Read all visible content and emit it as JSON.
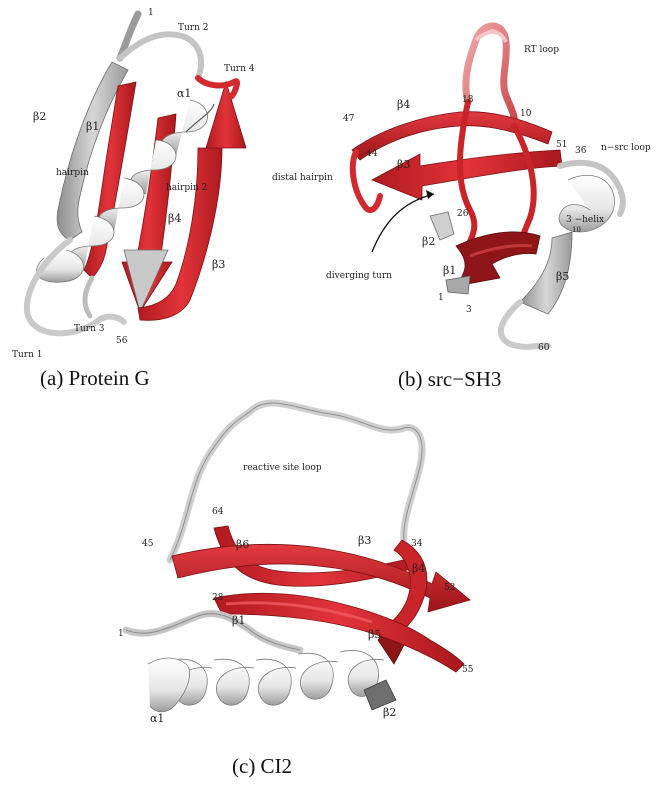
{
  "colors": {
    "strand_red": "#d7262b",
    "strand_dark_red": "#8e1518",
    "strand_pink": "#e9858a",
    "helix_white": "#f2f2f2",
    "helix_grey": "#b7b7b7",
    "coil": "#c6c6c6",
    "rt_loop": "#e8a6a8",
    "text": "#222222"
  },
  "panels": {
    "protein_g": {
      "caption": "(a) Protein G",
      "labels": {
        "n_term": "1",
        "turn2": "Turn 2",
        "turn4": "Turn 4",
        "alpha1": "α1",
        "beta2_left": "β2",
        "beta1": "β1",
        "hairpin1": "hairpin",
        "hairpin2": "hairpin 2",
        "beta4": "β4",
        "beta3": "β3",
        "turn3": "Turn 3",
        "c_term": "56",
        "turn1": "Turn 1"
      }
    },
    "src_sh3": {
      "caption": "(b) src−SH3",
      "labels": {
        "rt_loop": "RT loop",
        "res47": "47",
        "res18": "18",
        "res10": "10",
        "res51": "51",
        "res36": "36",
        "n_src_loop": "n−src loop",
        "beta4": "β4",
        "beta3": "β3",
        "distal_hairpin": "distal hairpin",
        "res44": "44",
        "res26": "26",
        "three10_helix": "3 −helix",
        "three10_sub": "10",
        "beta2": "β2",
        "diverging_turn": "diverging turn",
        "beta1": "β1",
        "res1": "1",
        "res3": "3",
        "beta5": "β5",
        "res60": "60"
      }
    },
    "ci2": {
      "caption": "(c) CI2",
      "labels": {
        "reactive_site_loop": "reactive site loop",
        "res64": "64",
        "res45": "45",
        "beta6": "β6",
        "beta3": "β3",
        "res34": "34",
        "beta4": "β4",
        "res52": "52",
        "res28": "28",
        "n_term": "1",
        "beta1": "β1",
        "beta5": "β5",
        "res55": "55",
        "alpha1": "α1",
        "beta2": "β2"
      }
    }
  }
}
